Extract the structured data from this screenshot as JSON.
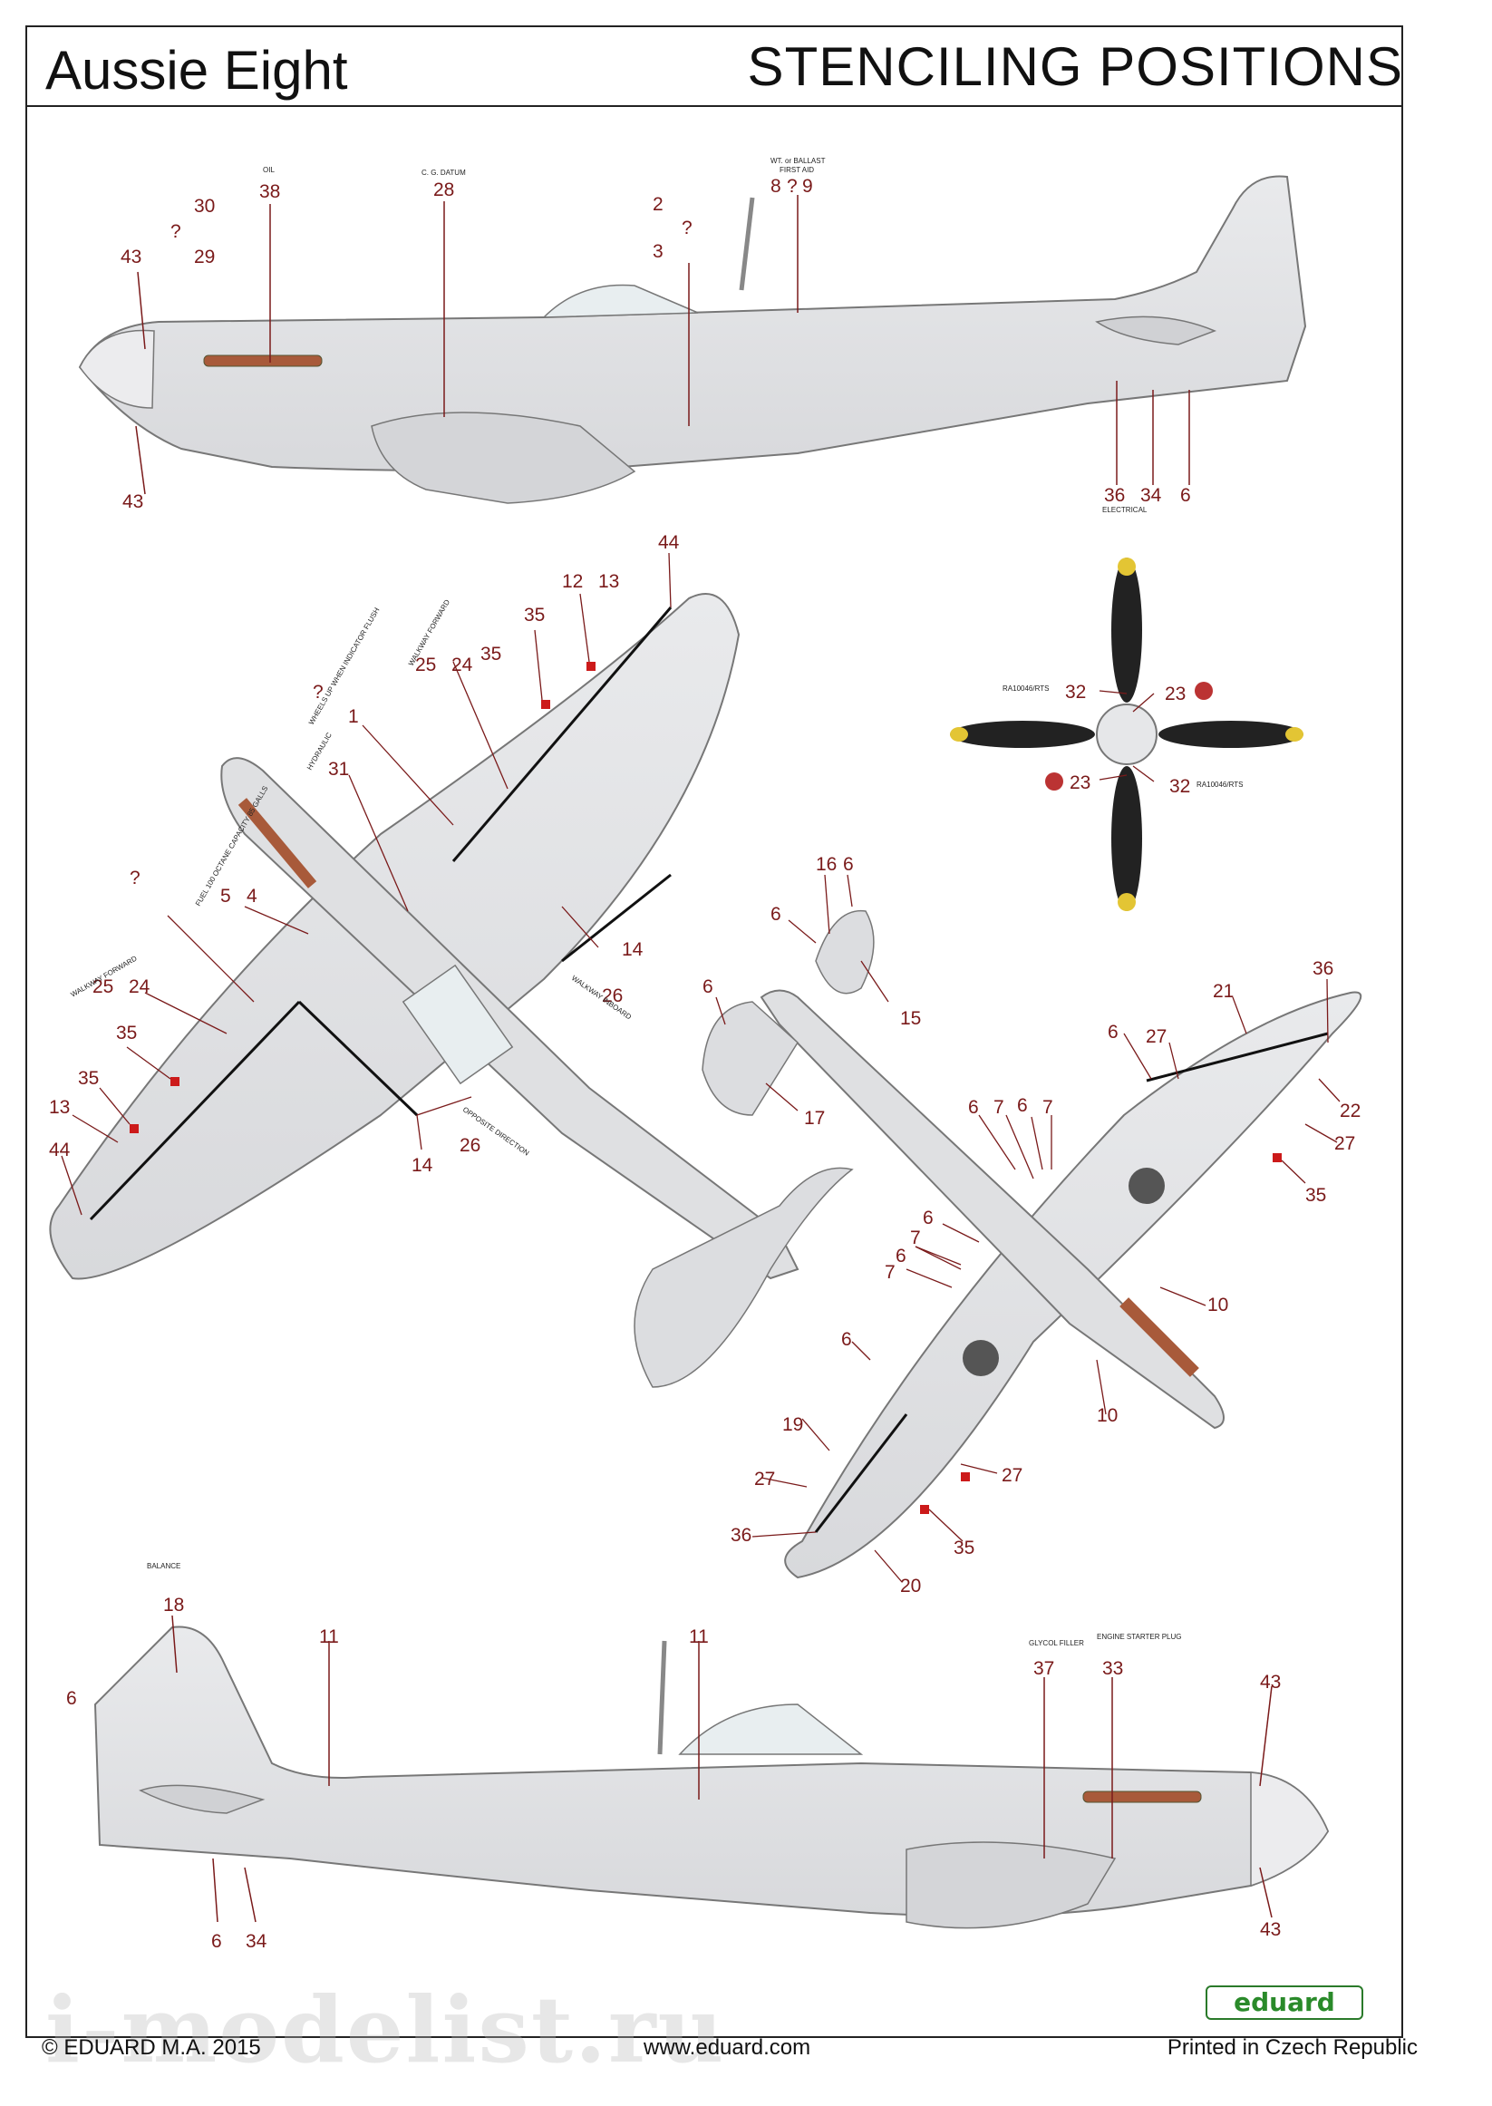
{
  "header": {
    "title_left": "Aussie Eight",
    "title_right": "STENCILING POSITIONS"
  },
  "footer": {
    "copyright": "© EDUARD M.A. 2015",
    "website": "www.eduard.com",
    "printed": "Printed in Czech Republic",
    "logo": "eduard",
    "watermark": "i-modelist.ru"
  },
  "stencil_numbers": {
    "top_view": [
      "30",
      "29",
      "43",
      "38",
      "28",
      "2",
      "3",
      "8",
      "9",
      "36",
      "34",
      "6",
      "43"
    ],
    "top_view_question": "?",
    "labels_top": [
      "OIL",
      "C. G. DATUM",
      "WT. or BALLAST",
      "FIRST AID",
      "ELECTRICAL"
    ],
    "planform_top": [
      "44",
      "12",
      "13",
      "35",
      "25",
      "24",
      "35",
      "31",
      "1",
      "5",
      "4",
      "25",
      "24",
      "35",
      "35",
      "13",
      "44",
      "14",
      "26",
      "26",
      "14"
    ],
    "planform_words": [
      "WHEELS UP WHEN INDICATOR FLUSH",
      "HYDRAULIC",
      "WALKWAY FORWARD",
      "FUEL 100 OCTANE CAPACITY 85 GALLS",
      "WALKWAY INBOARD",
      "OPPOSITE DIRECTION"
    ],
    "propeller": [
      "RA10046/RTS",
      "32",
      "23",
      "23",
      "32",
      "RA10046/RTS"
    ],
    "planform_bottom": [
      "16",
      "6",
      "6",
      "6",
      "15",
      "17",
      "21",
      "36",
      "6",
      "27",
      "22",
      "27",
      "35",
      "6",
      "7",
      "6",
      "7",
      "6",
      "7",
      "6",
      "7",
      "10",
      "10",
      "6",
      "19",
      "27",
      "27",
      "36",
      "35",
      "20"
    ],
    "side_view": [
      "18",
      "11",
      "11",
      "6",
      "37",
      "33",
      "43",
      "43",
      "6",
      "34"
    ],
    "side_words": [
      "BALANCE",
      "GLYCOL FILLER",
      "ENGINE STARTER PLUG"
    ]
  }
}
